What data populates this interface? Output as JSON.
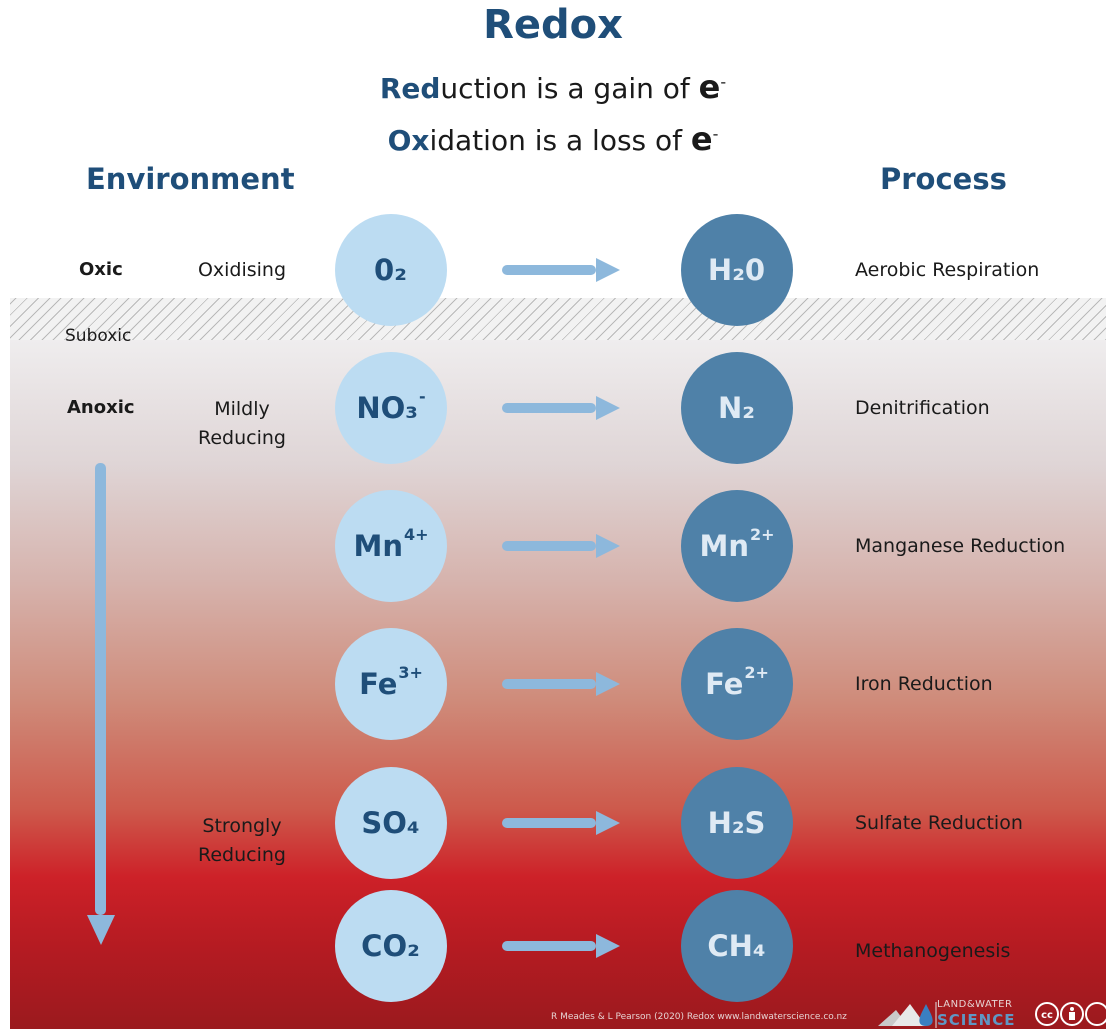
{
  "title": "Redox",
  "definitions": {
    "reduction": {
      "key": "Red",
      "rest": "uction is a gain of ",
      "symbol": "e",
      "charge": "-"
    },
    "oxidation": {
      "key": "Ox",
      "rest": "idation is a loss of ",
      "symbol": "e",
      "charge": "-"
    }
  },
  "headers": {
    "environment": "Environment",
    "process": "Process"
  },
  "zones": {
    "oxic": "Oxic",
    "suboxic": "Suboxic",
    "anoxic": "Anoxic"
  },
  "conditions": {
    "oxidising": "Oxidising",
    "mildly_line1": "Mildly",
    "mildly_line2": "Reducing",
    "strongly_line1": "Strongly",
    "strongly_line2": "Reducing"
  },
  "reactions": [
    {
      "oxidant": "0₂",
      "oxidant_sup": "",
      "product": "H₂0",
      "product_sup": "",
      "process": "Aerobic Respiration"
    },
    {
      "oxidant": "NO₃",
      "oxidant_sup": "-",
      "product": "N₂",
      "product_sup": "",
      "process": "Denitrification"
    },
    {
      "oxidant": "Mn",
      "oxidant_sup": "4+",
      "product": "Mn",
      "product_sup": "2+",
      "process": "Manganese Reduction"
    },
    {
      "oxidant": "Fe",
      "oxidant_sup": "3+",
      "product": "Fe",
      "product_sup": "2+",
      "process": "Iron Reduction"
    },
    {
      "oxidant": "SO₄",
      "oxidant_sup": "",
      "product": "H₂S",
      "product_sup": "",
      "process": "Sulfate Reduction"
    },
    {
      "oxidant": "CO₂",
      "oxidant_sup": "",
      "product": "CH₄",
      "product_sup": "",
      "process": "Methanogenesis"
    }
  ],
  "footer": {
    "credit": "R Meades & L Pearson (2020) Redox www.landwaterscience.co.nz",
    "logo_line1": "LAND&WATER",
    "logo_line2": "SCIENCE"
  },
  "colors": {
    "title_blue": "#1f4e79",
    "oxidant_circle": "#bcdcf2",
    "product_circle": "#4f81a8",
    "arrow": "#8db8dc",
    "gradient_top": "#efedee",
    "gradient_bottom": "#9b1a1e"
  },
  "icons": [
    "right-arrow-icon",
    "down-arrow-icon",
    "land-water-logo",
    "creative-commons-icon"
  ]
}
